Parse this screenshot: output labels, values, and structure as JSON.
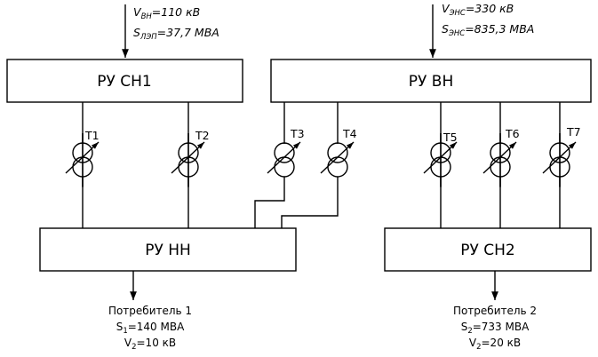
{
  "feeds": {
    "left": {
      "v_sym": "V",
      "v_sub": "ВН",
      "v_val": "=110 кВ",
      "s_sym": "S",
      "s_sub": "ЛЭП",
      "s_val": "=37,7 МВА"
    },
    "right": {
      "v_sym": "V",
      "v_sub": "ЭНС",
      "v_val": "=330 кВ",
      "s_sym": "S",
      "s_sub": "ЭНС",
      "s_val": "=835,3 МВА"
    }
  },
  "buses": {
    "ru_sn1": "РУ СН1",
    "ru_vn": "РУ ВН",
    "ru_nn": "РУ НН",
    "ru_sn2": "РУ СН2"
  },
  "transformers": {
    "t1": "T1",
    "t2": "T2",
    "t3": "T3",
    "t4": "T4",
    "t5": "T5",
    "t6": "T6",
    "t7": "T7"
  },
  "consumers": {
    "c1": {
      "name": "Потребитель 1",
      "s_sym": "S",
      "s_sub": "1",
      "s_val": "=140 МВА",
      "v_sym": "V",
      "v_sub": "2",
      "v_val": "=10 кВ"
    },
    "c2": {
      "name": "Потребитель 2",
      "s_sym": "S",
      "s_sub": "2",
      "s_val": "=733 МВА",
      "v_sym": "V",
      "v_sub": "2",
      "v_val": "=20 кВ"
    }
  }
}
